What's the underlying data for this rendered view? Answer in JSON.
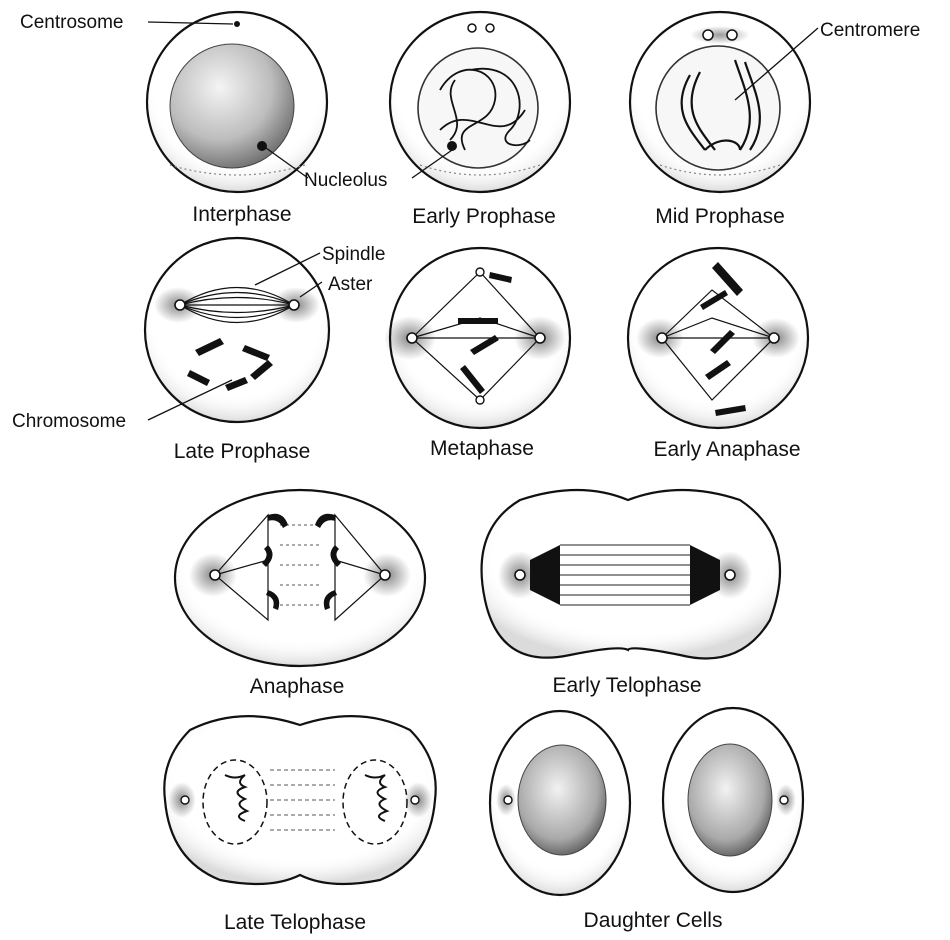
{
  "phases": {
    "interphase": "Interphase",
    "early_prophase": "Early Prophase",
    "mid_prophase": "Mid Prophase",
    "late_prophase": "Late Prophase",
    "metaphase": "Metaphase",
    "early_anaphase": "Early Anaphase",
    "anaphase": "Anaphase",
    "early_telophase": "Early Telophase",
    "late_telophase": "Late Telophase",
    "daughter_cells": "Daughter Cells"
  },
  "callouts": {
    "centrosome": "Centrosome",
    "nucleolus": "Nucleolus",
    "centromere": "Centromere",
    "spindle": "Spindle",
    "aster": "Aster",
    "chromosome": "Chromosome"
  }
}
